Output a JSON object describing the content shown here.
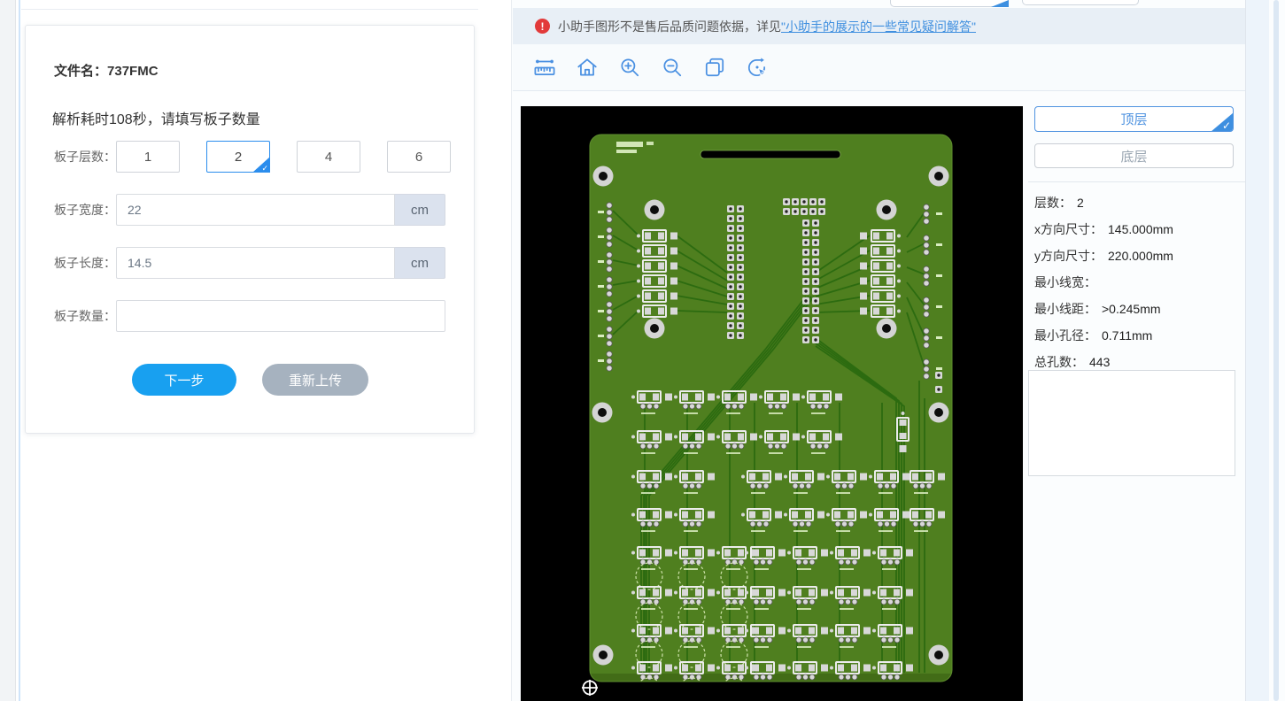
{
  "colors": {
    "accent_blue": "#3d8fe0",
    "primary_button_blue": "#18a0f0",
    "secondary_button_gray": "#a6b2bf",
    "selected_border_blue": "#2b8ded",
    "link_blue": "#3f8fdf",
    "notice_bg": "#e8eff6",
    "warning_red": "#e23a3a",
    "pcb_board_green": "#4f7f1f",
    "pcb_trace_green": "#2c6b10",
    "canvas_black": "#000000"
  },
  "left_panel": {
    "file": {
      "label": "文件名：",
      "value": "737FMC"
    },
    "hint": "解析耗时108秒，请填写板子数量",
    "layers": {
      "label": "板子层数：",
      "options": [
        "1",
        "2",
        "4",
        "6"
      ],
      "selected": "2"
    },
    "width": {
      "label": "板子宽度：",
      "value": "22",
      "unit": "cm"
    },
    "length": {
      "label": "板子长度：",
      "value": "14.5",
      "unit": "cm"
    },
    "quantity": {
      "label": "板子数量：",
      "value": ""
    },
    "actions": {
      "next": "下一步",
      "reupload": "重新上传"
    }
  },
  "notice": {
    "warning_icon": "!",
    "prefix": "小助手图形不是售后品质问题依据，详见",
    "link": "\"小助手的展示的一些常见疑问解答\""
  },
  "toolbar": {
    "icons": [
      "measure-icon",
      "home-icon",
      "zoom-in-icon",
      "zoom-out-icon",
      "layers-icon",
      "rotate-select-icon"
    ]
  },
  "viewer": {
    "layer_buttons": {
      "top": "顶层",
      "bottom": "底层",
      "selected": "顶层",
      "check_mark": "✓"
    },
    "stats": [
      {
        "label": "层数：",
        "value": "2"
      },
      {
        "label": "x方向尺寸：",
        "value": "145.000mm"
      },
      {
        "label": "y方向尺寸：",
        "value": "220.000mm"
      },
      {
        "label": "最小线宽：",
        "value": ""
      },
      {
        "label": "最小线距：",
        "value": ">0.245mm"
      },
      {
        "label": "最小孔径：",
        "value": "0.711mm"
      },
      {
        "label": "总孔数：",
        "value": "443"
      }
    ]
  }
}
